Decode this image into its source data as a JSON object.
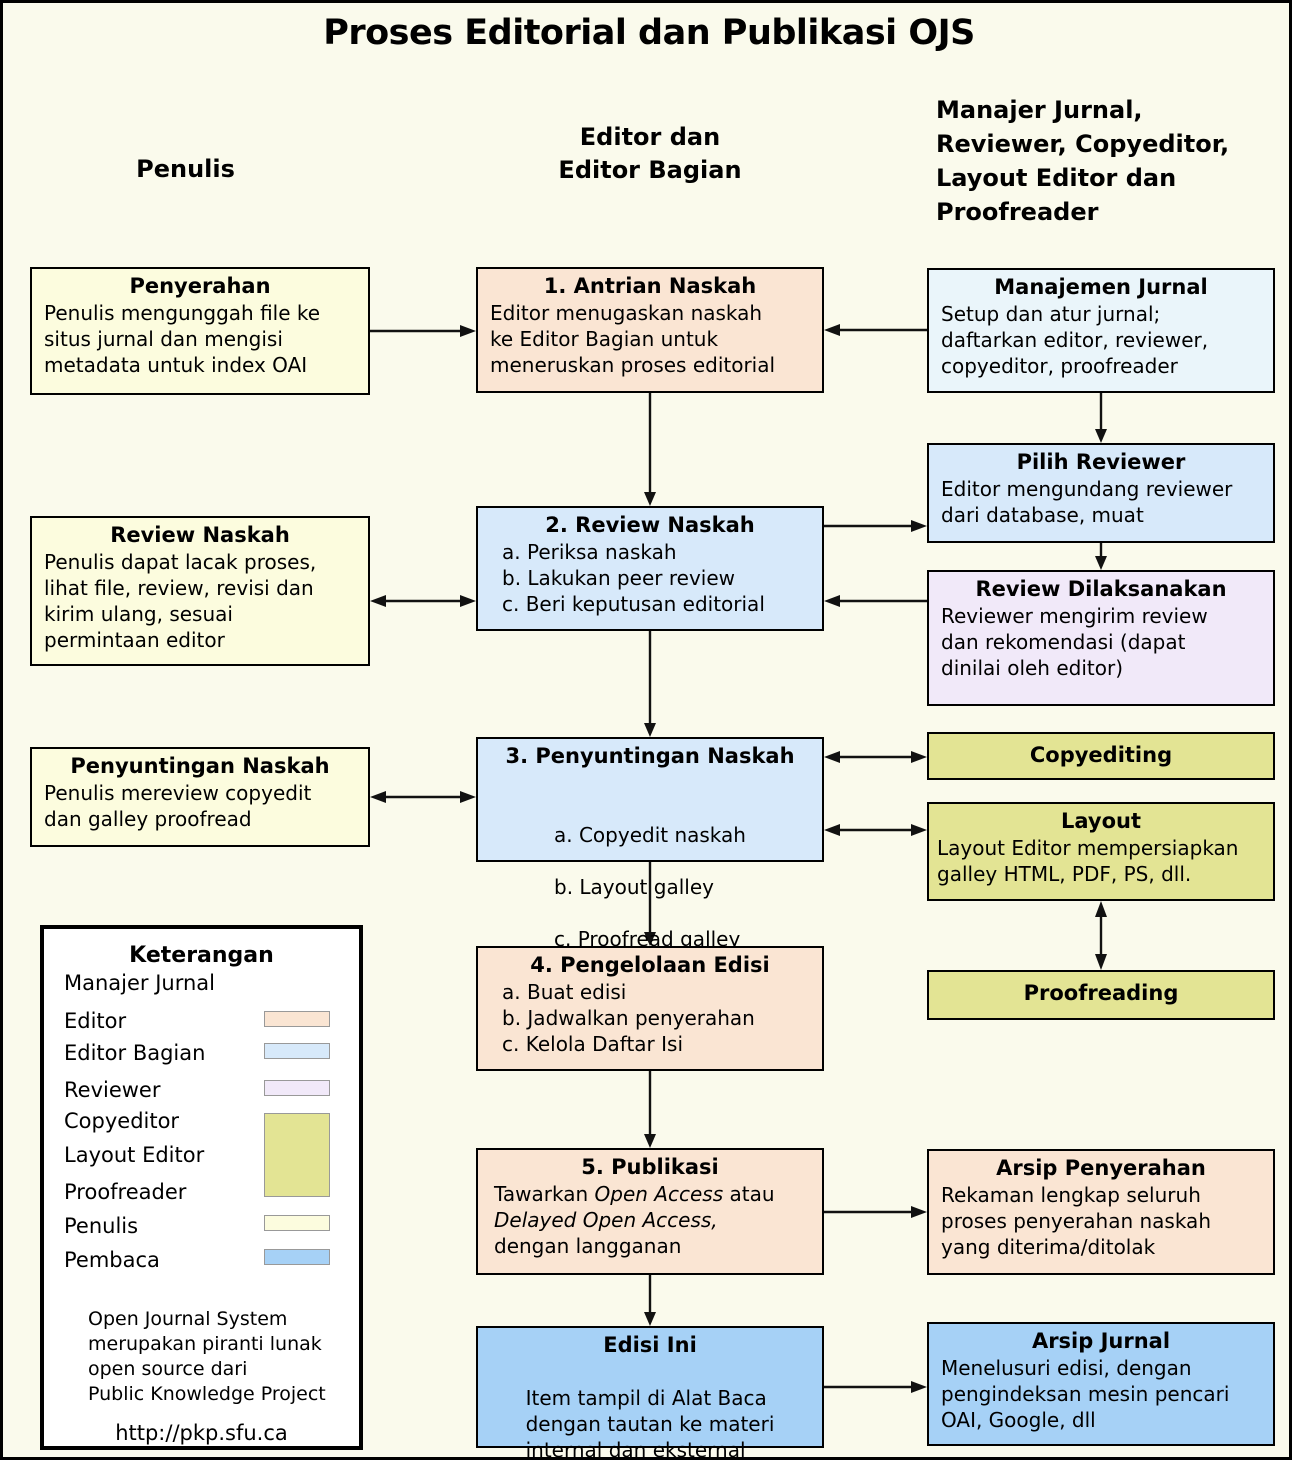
{
  "title": "Proses Editorial dan Publikasi OJS",
  "column_headers": {
    "penulis": "Penulis",
    "editor": "Editor dan\nEditor Bagian",
    "manajer": "Manajer Jurnal,\nReviewer, Copyeditor,\nLayout Editor dan\nProofreader"
  },
  "boxes": {
    "penyerahan": {
      "title": "Penyerahan",
      "body": "Penulis mengunggah file ke\nsitus jurnal dan mengisi\nmetadata untuk index OAI"
    },
    "antrian_naskah": {
      "title": "1. Antrian Naskah",
      "body": "Editor menugaskan naskah\nke Editor Bagian untuk\nmeneruskan proses editorial"
    },
    "manajemen_jurnal": {
      "title": "Manajemen Jurnal",
      "body": "Setup dan atur jurnal;\ndaftarkan editor, reviewer,\ncopyeditor, proofreader"
    },
    "pilih_reviewer": {
      "title": "Pilih Reviewer",
      "body": "Editor mengundang reviewer\ndari database, muat"
    },
    "review_dilaksanakan": {
      "title": "Review Dilaksanakan",
      "body": "Reviewer mengirim review\ndan rekomendasi (dapat\ndinilai oleh editor)"
    },
    "review_naskah_penulis": {
      "title": "Review Naskah",
      "body": "Penulis dapat lacak proses,\nlihat file, review, revisi dan\nkirim ulang, sesuai\npermintaan editor"
    },
    "review_naskah": {
      "title": "2. Review Naskah",
      "items": [
        "a. Periksa naskah",
        "b. Lakukan peer review",
        "c. Beri keputusan editorial"
      ]
    },
    "penyuntingan_naskah_penulis": {
      "title": "Penyuntingan Naskah",
      "body": "Penulis mereview copyedit\ndan galley proofread"
    },
    "penyuntingan_naskah": {
      "title": "3. Penyuntingan Naskah",
      "items": [
        "a. Copyedit naskah",
        "b. Layout galley",
        "c. Proofread galley"
      ]
    },
    "copyediting": {
      "title": "Copyediting"
    },
    "layout": {
      "title": "Layout",
      "body": "Layout Editor mempersiapkan\ngalley HTML, PDF, PS, dll."
    },
    "proofreading": {
      "title": "Proofreading"
    },
    "pengelolaan_edisi": {
      "title": "4. Pengelolaan Edisi",
      "items": [
        "a. Buat edisi",
        "b. Jadwalkan penyerahan",
        "c. Kelola Daftar Isi"
      ]
    },
    "publikasi": {
      "title": "5. Publikasi",
      "line1_pre": "Tawarkan ",
      "line1_italic": "Open Access",
      "line1_post": " atau",
      "line2_italic": "Delayed Open Access,",
      "line3": "dengan langganan"
    },
    "arsip_penyerahan": {
      "title": "Arsip Penyerahan",
      "body": "Rekaman lengkap seluruh\nproses penyerahan naskah\nyang diterima/ditolak"
    },
    "edisi_ini": {
      "title": "Edisi Ini",
      "body": "Item tampil di Alat Baca\ndengan tautan ke materi\ninternal dan eksternal"
    },
    "arsip_jurnal": {
      "title": "Arsip Jurnal",
      "body": "Menelusuri edisi, dengan\npengindeksan mesin pencari\nOAI, Google, dll"
    }
  },
  "legend": {
    "title": "Keterangan",
    "rows": [
      {
        "label": "Manajer Jurnal",
        "color": null
      },
      {
        "label": "Editor",
        "color": "#FAE5D3"
      },
      {
        "label": "Editor Bagian",
        "color": "#D7E9FA"
      },
      {
        "label": "Reviewer",
        "color": "#F1E9F9"
      },
      {
        "label": "Copyeditor",
        "color": "#E3E494"
      },
      {
        "label": "Layout Editor",
        "color": "#E3E494"
      },
      {
        "label": "Proofreader",
        "color": "#E3E494"
      },
      {
        "label": "Penulis",
        "color": "#FCFCDE"
      },
      {
        "label": "Pembaca",
        "color": "#A6D1F6"
      }
    ],
    "footer": "Open Journal System\nmerupakan piranti lunak\nopen source dari\nPublic Knowledge Project",
    "url": "http://pkp.sfu.ca"
  },
  "colors": {
    "background": "#FAFAEC",
    "penulis": "#FCFCDE",
    "editor": "#FAE5D3",
    "editor_bagian": "#D7E9FA",
    "manajer_jurnal": "#EAF5FA",
    "reviewer": "#F1E9F9",
    "copyeditor_layout_proofreader": "#E3E494",
    "pembaca": "#A6D1F6"
  }
}
